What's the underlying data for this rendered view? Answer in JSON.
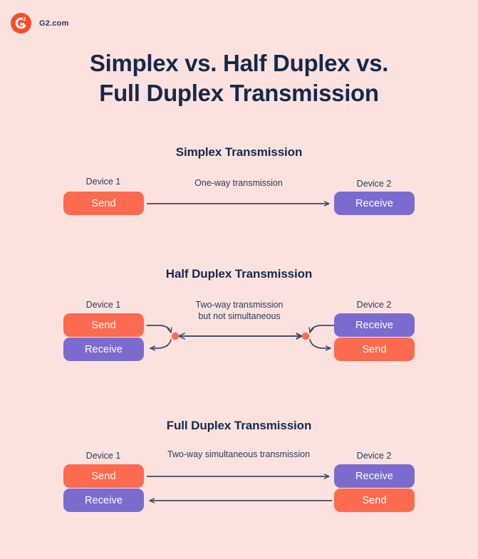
{
  "brand": {
    "logo_icon": "g2-logo-icon",
    "logo_text": "G",
    "logo_sup": "2",
    "name": "G2.com"
  },
  "title": "Simplex vs. Half Duplex vs.\nFull Duplex Transmission",
  "colors": {
    "background": "#FCE2DF",
    "send": "#FC6A4F",
    "receive": "#7B6BCF",
    "text_dark": "#15294B",
    "arrow": "#3E4A63",
    "dot": "#FC6A4F",
    "brand_red": "#FF492C"
  },
  "sections": [
    {
      "id": "simplex",
      "title": "Simplex Transmission",
      "device1_label": "Device 1",
      "device2_label": "Device 2",
      "flow_label": "One-way transmission",
      "device1_nodes": [
        {
          "label": "Send",
          "role": "send"
        }
      ],
      "device2_nodes": [
        {
          "label": "Receive",
          "role": "receive"
        }
      ]
    },
    {
      "id": "half-duplex",
      "title": "Half Duplex Transmission",
      "device1_label": "Device 1",
      "device2_label": "Device 2",
      "flow_label": "Two-way transmission\nbut not simultaneous",
      "device1_nodes": [
        {
          "label": "Send",
          "role": "send"
        },
        {
          "label": "Receive",
          "role": "receive"
        }
      ],
      "device2_nodes": [
        {
          "label": "Receive",
          "role": "receive"
        },
        {
          "label": "Send",
          "role": "send"
        }
      ]
    },
    {
      "id": "full-duplex",
      "title": "Full Duplex Transmission",
      "device1_label": "Device 1",
      "device2_label": "Device 2",
      "flow_label": "Two-way simultaneous transmission",
      "device1_nodes": [
        {
          "label": "Send",
          "role": "send"
        },
        {
          "label": "Receive",
          "role": "receive"
        }
      ],
      "device2_nodes": [
        {
          "label": "Receive",
          "role": "receive"
        },
        {
          "label": "Send",
          "role": "send"
        }
      ]
    }
  ]
}
